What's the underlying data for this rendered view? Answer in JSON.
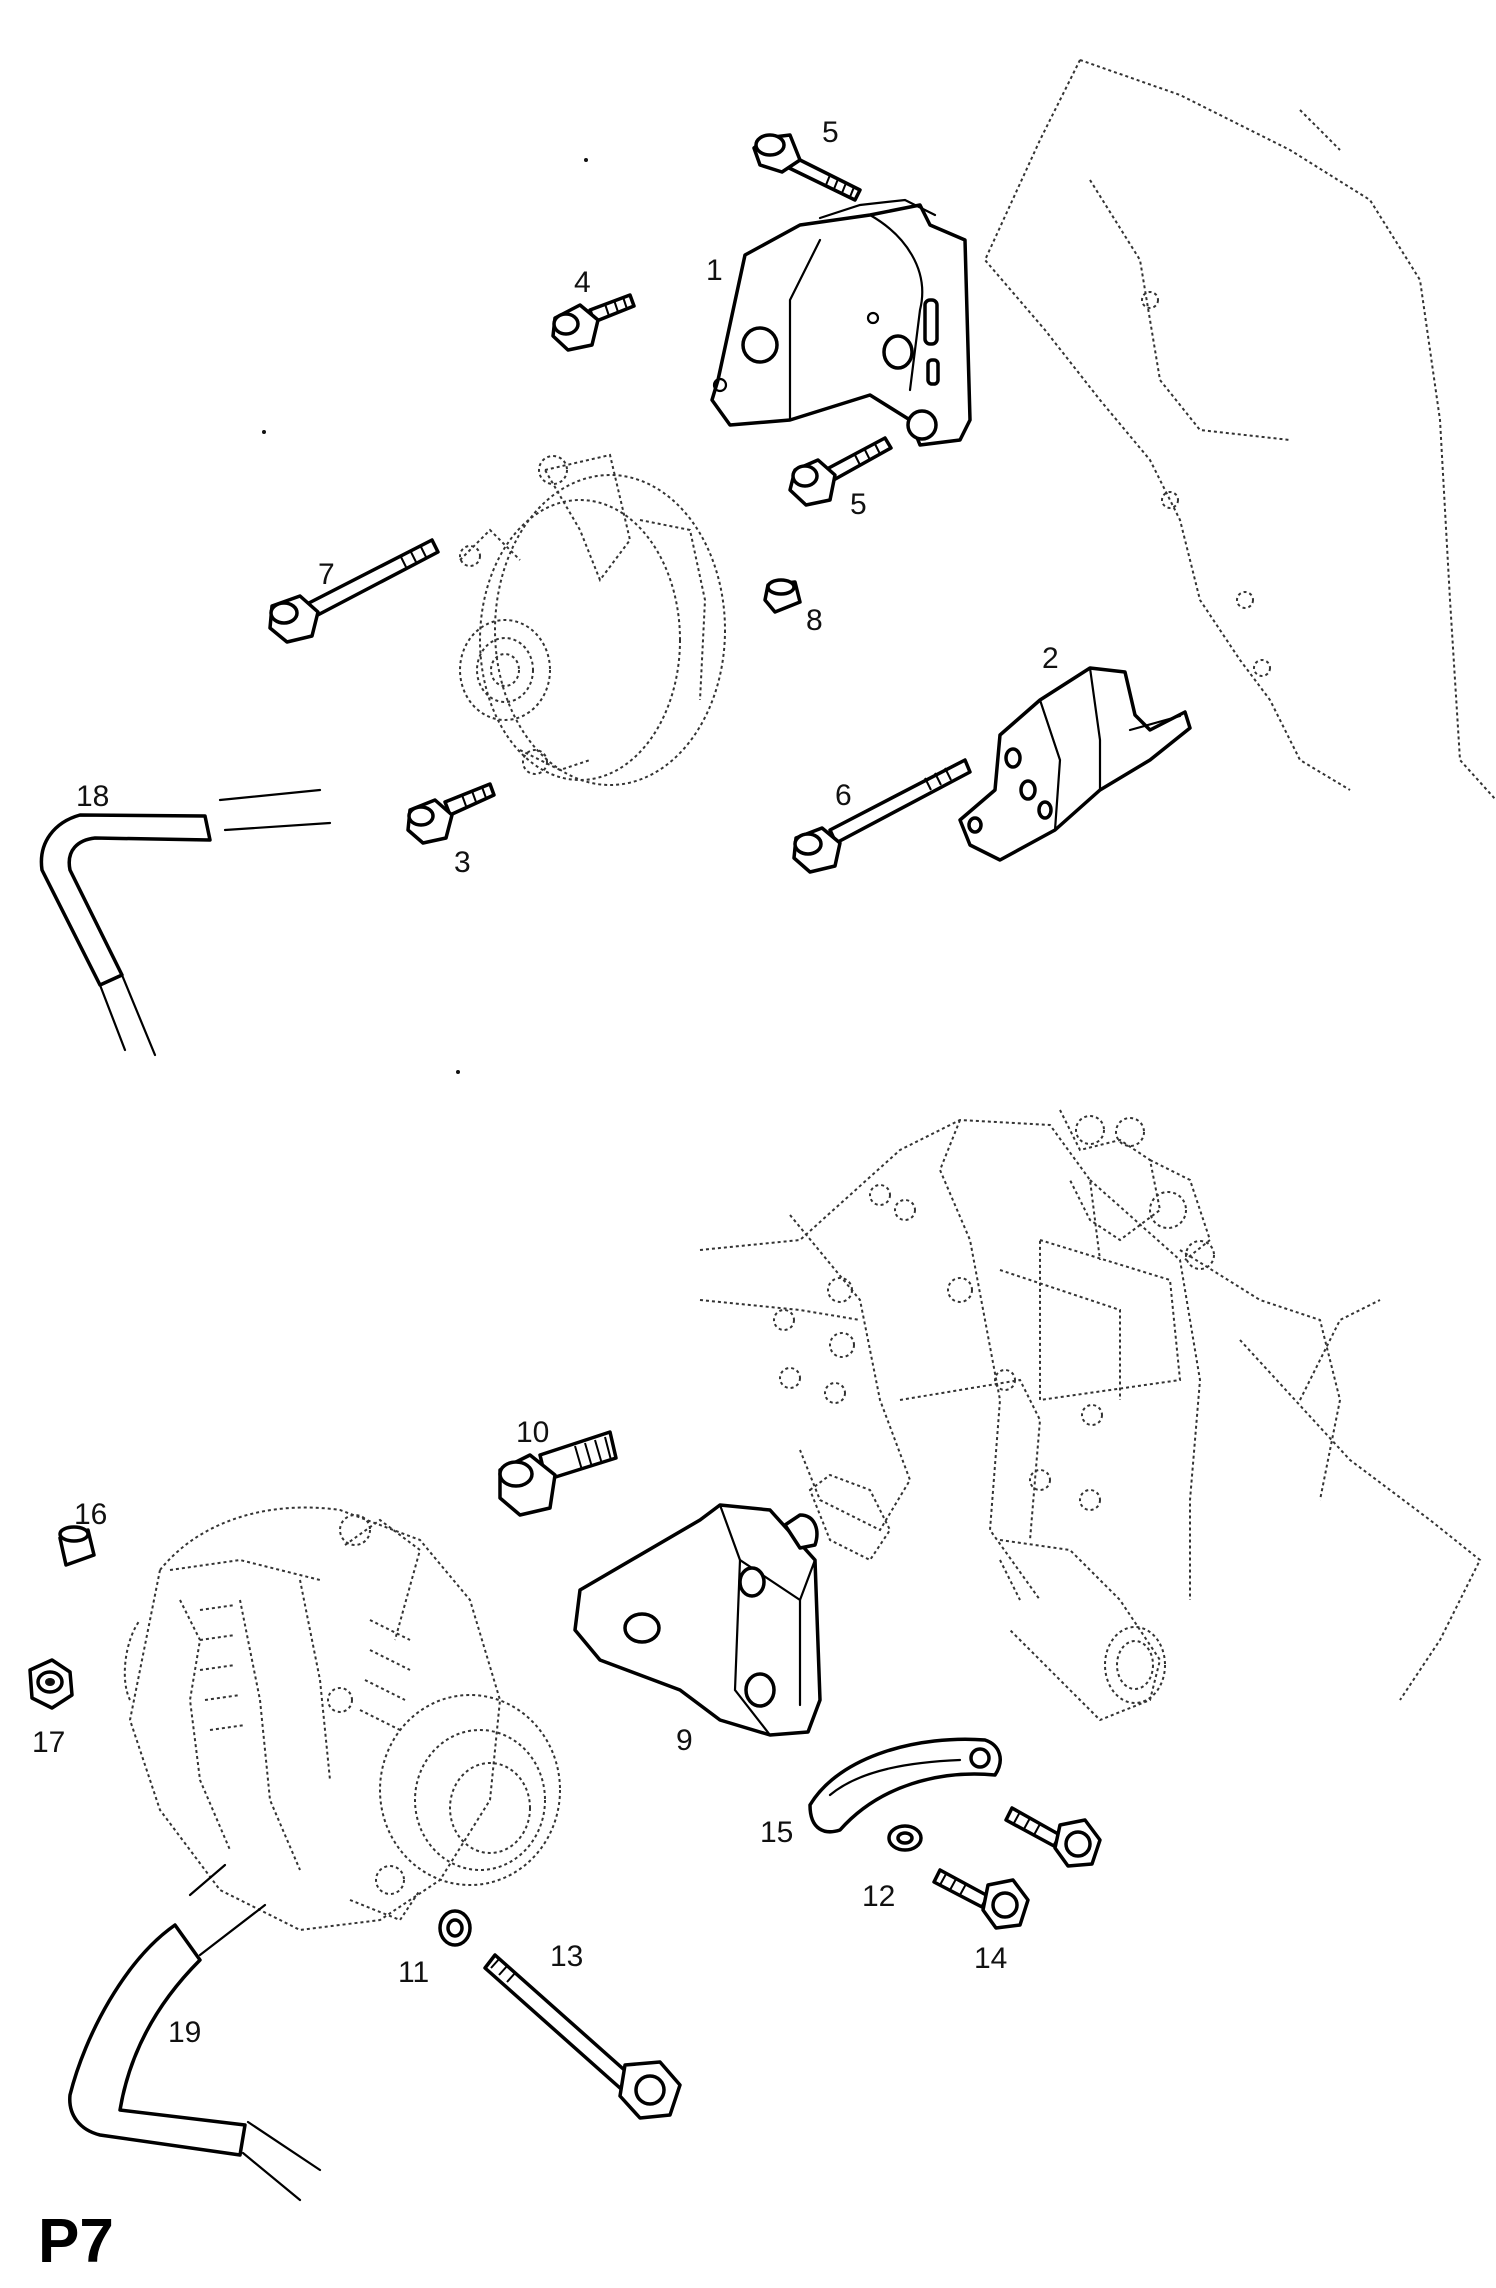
{
  "plate_label": "P7",
  "callouts": {
    "c1": "1",
    "c2": "2",
    "c3": "3",
    "c4": "4",
    "c5a": "5",
    "c5b": "5",
    "c6": "6",
    "c7": "7",
    "c8": "8",
    "c9": "9",
    "c10": "10",
    "c11": "11",
    "c12": "12",
    "c13": "13",
    "c14": "14",
    "c15": "15",
    "c16": "16",
    "c17": "17",
    "c18": "18",
    "c19": "19"
  }
}
